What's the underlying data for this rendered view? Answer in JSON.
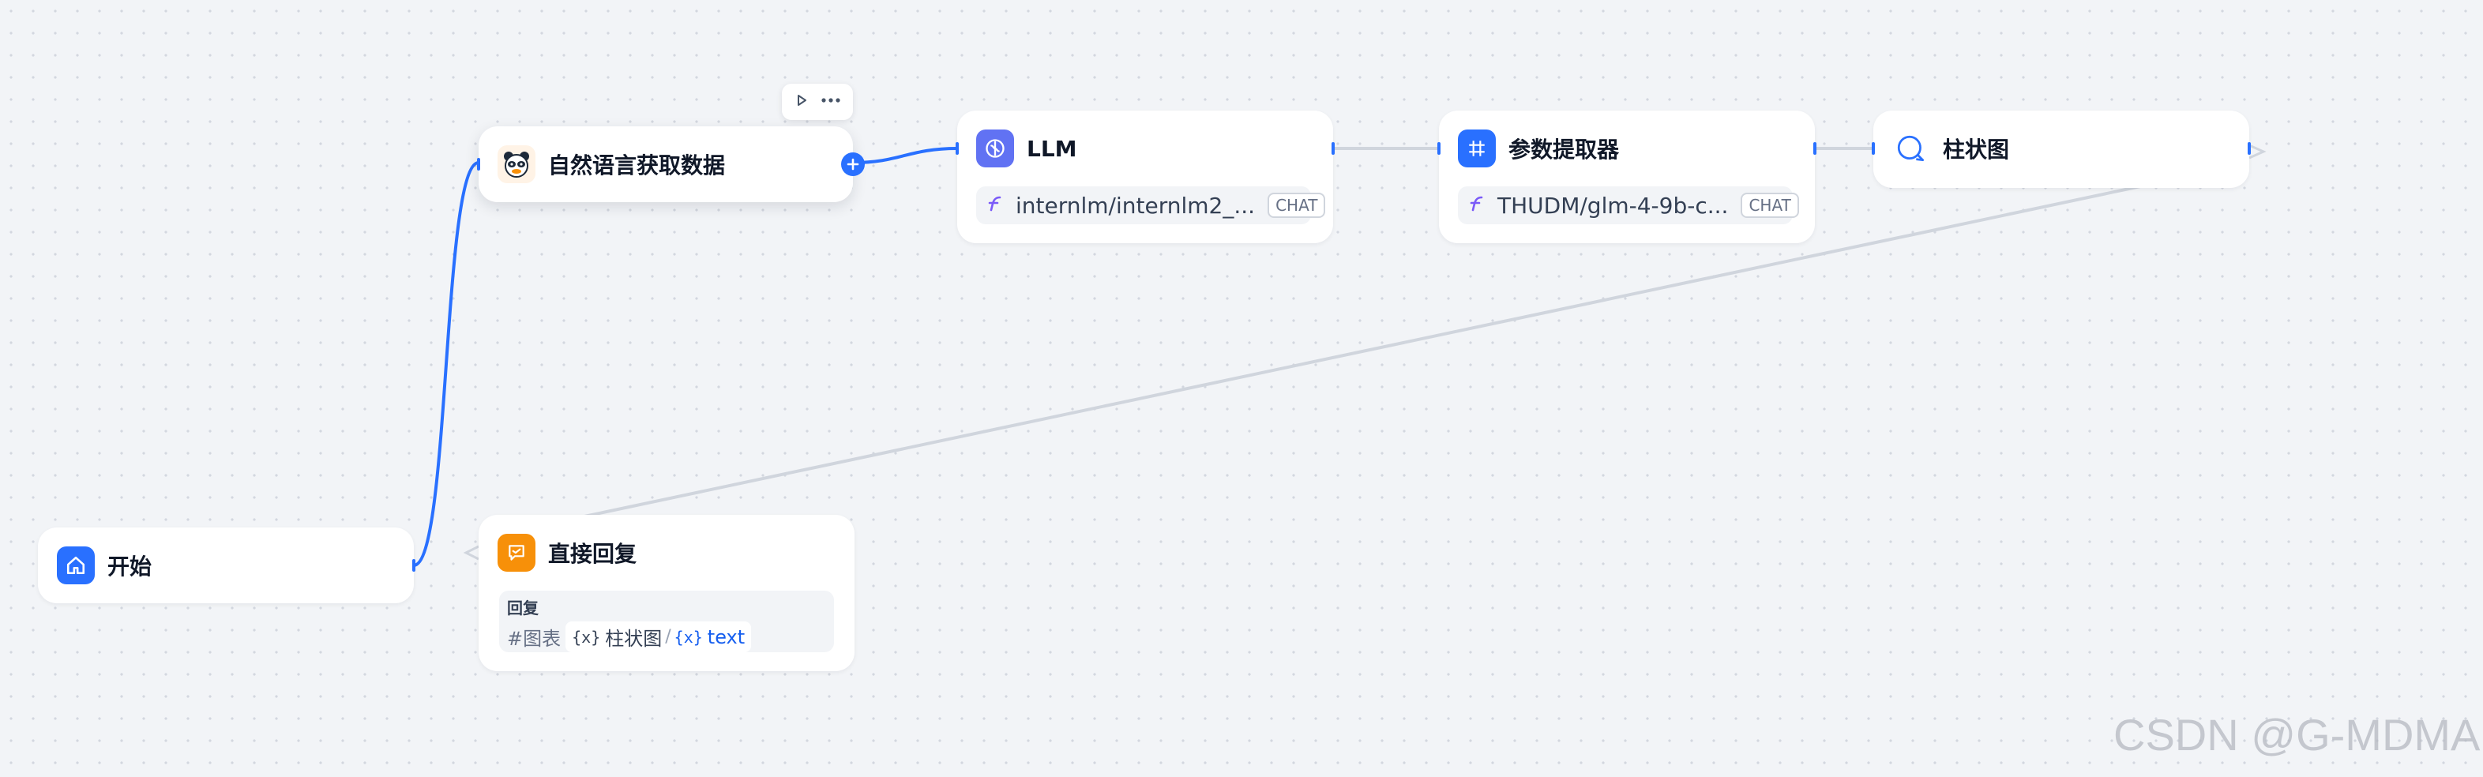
{
  "nodes": {
    "start": {
      "title": "开始",
      "icon": "home-icon",
      "color": "#2970ff"
    },
    "nl_fetch": {
      "title": "自然语言获取数据",
      "icon": "panda-avatar-icon"
    },
    "llm": {
      "title": "LLM",
      "icon": "brain-icon",
      "color": "#6172f3",
      "model": "internlm/internlm2_...",
      "mode": "CHAT"
    },
    "param_extractor": {
      "title": "参数提取器",
      "icon": "grid-icon",
      "color": "#2970ff",
      "model": "THUDM/glm-4-9b-c...",
      "mode": "CHAT"
    },
    "bar_chart": {
      "title": "柱状图",
      "icon": "chat-bubble-icon"
    },
    "direct_reply": {
      "title": "直接回复",
      "icon": "reply-icon",
      "color": "#f79009",
      "reply_label": "回复",
      "content_prefix": "#图表",
      "vars": [
        {
          "icon": "{x}",
          "name": "柱状图"
        },
        {
          "icon": "{x}",
          "name": "text"
        }
      ]
    }
  },
  "toolbar": {
    "run_icon": "play-icon",
    "more_icon": "more-icon"
  },
  "add_icon": "plus-icon",
  "colors": {
    "edge_active": "#2970ff",
    "edge_idle": "#d0d5dd",
    "canvas_bg": "#f2f4f7"
  },
  "watermark": "CSDN @G-MDMA"
}
